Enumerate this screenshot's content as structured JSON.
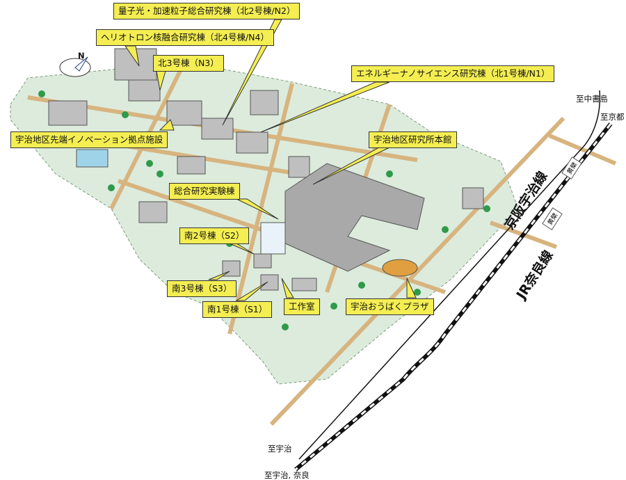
{
  "compass": {
    "label": "N"
  },
  "buildings": {
    "n2": "量子光・加速粒子総合研究棟（北2号棟/N2）",
    "n4": "ヘリオトロン核融合研究棟（北4号棟/N4）",
    "n3": "北3号棟（N3）",
    "n1": "エネルギーナノサイエンス研究棟（北1号棟/N1）",
    "innovation": "宇治地区先端イノベーション拠点施設",
    "main": "宇治地区研究所本館",
    "general_lab": "総合研究実験棟",
    "s2": "南2号棟（S2）",
    "s3": "南3号棟（S3）",
    "s1": "南1号棟（S1）",
    "workshop": "工作室",
    "plaza": "宇治おうばくプラザ"
  },
  "railways": {
    "keihan": "京阪宇治線",
    "jr": "JR奈良線",
    "station_keihan": "黄檗",
    "station_jr": "黄檗"
  },
  "directions": {
    "to_chushojima": "至中書島",
    "to_kyoto": "至京都",
    "to_uji": "至宇治",
    "to_uji_nara": "至宇治, 奈良"
  },
  "colors": {
    "campus": "#dcebdc",
    "road": "#d7b47f",
    "label": "#f4ee52",
    "tree": "#2f9a4a",
    "building": "#bfbfbf"
  }
}
